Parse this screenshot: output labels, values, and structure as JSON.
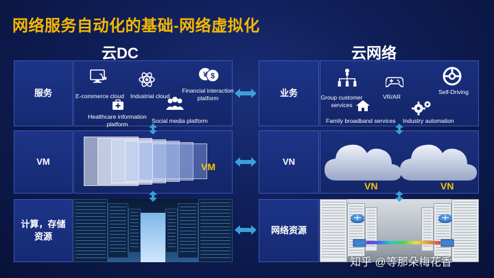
{
  "title": "网络服务自动化的基础-网络虚拟化",
  "left": {
    "heading": "云DC",
    "rows": {
      "service_label": "服务",
      "vm_label": "VM",
      "compute_label": "计算，存储资源"
    },
    "service_items": {
      "ecommerce": "E-commerce cloud",
      "industrial": "Industrial cloud",
      "financial": "Financial interaction platform",
      "healthcare": "Healthcare information platform",
      "social": "Social media platform"
    },
    "vm_tag": "VM"
  },
  "right": {
    "heading": "云网络",
    "rows": {
      "business_label": "业务",
      "vn_label": "VN",
      "network_label": "网络资源"
    },
    "business_items": {
      "group": "Group customer services",
      "vr": "VR/AR",
      "selfdriving": "Self-Driving",
      "family": "Family broadband services",
      "industry": "Industry automation"
    },
    "vn_tags": [
      "VN",
      "VN"
    ]
  },
  "watermark": "知乎 @等那朵梅花香",
  "colors": {
    "title": "#f5b800",
    "vm_tag": "#f5c400",
    "arrow": "#3aa0d8",
    "box_border": "#3a56b8"
  }
}
